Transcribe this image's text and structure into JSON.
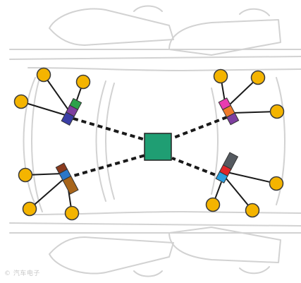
{
  "colors": {
    "outline": "#d2d2d2",
    "sensor_fill": "#f4b400",
    "sensor_stroke": "#3a3a3a",
    "link": "#1a1a1a",
    "hub": "#1f9e73",
    "hub_stroke": "#222222"
  },
  "hub": {
    "label": "",
    "color": "#1f9e73"
  },
  "clusters": [
    {
      "id": "front-left",
      "modules": [
        "#2ca24a",
        "#7e3fa0",
        "#3a3ea6"
      ]
    },
    {
      "id": "front-right",
      "modules": [
        "#e83bb0",
        "#f07a2a",
        "#7e3fa0"
      ]
    },
    {
      "id": "rear-left",
      "modules": [
        "#8a3b1e",
        "#2b77c9",
        "#a8651a"
      ]
    },
    {
      "id": "rear-right",
      "modules": [
        "#555a60",
        "#e0262a",
        "#2b9ee0"
      ]
    }
  ],
  "watermark": {
    "text": "© 汽车电子"
  }
}
